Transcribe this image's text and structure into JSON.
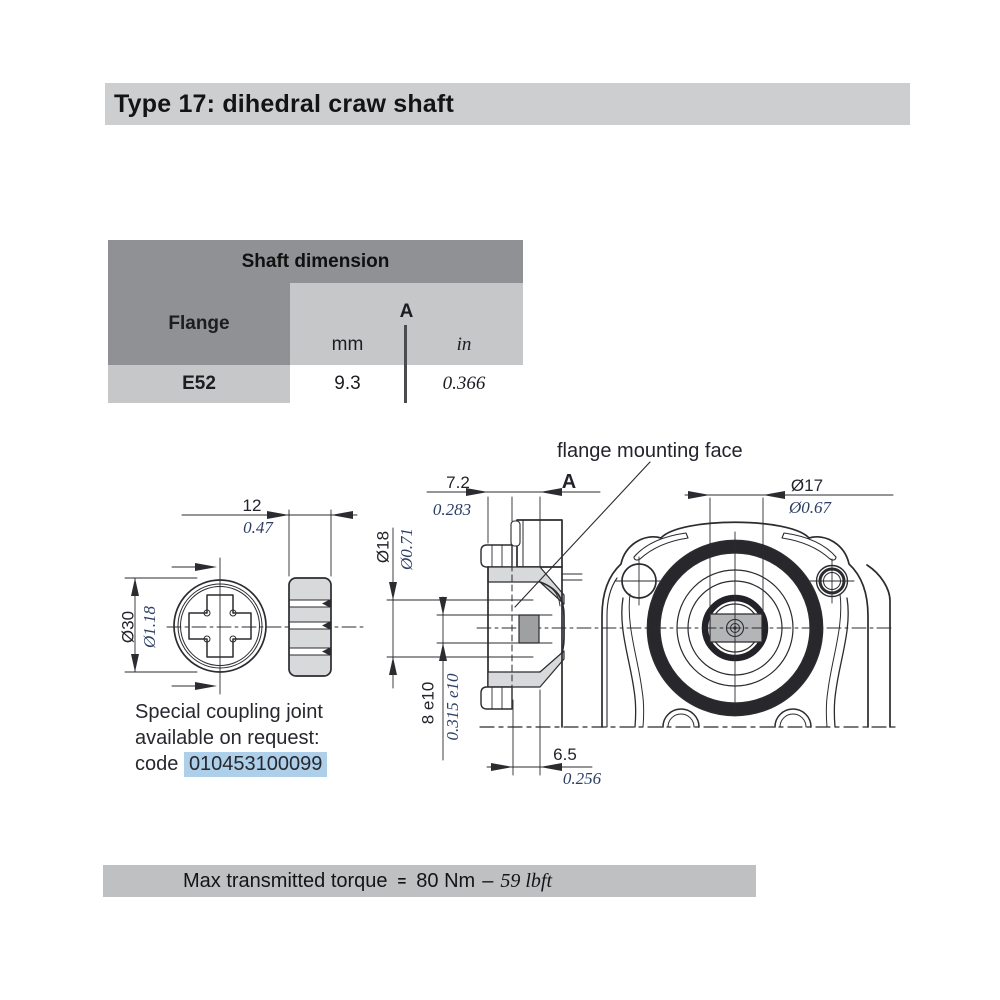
{
  "page": {
    "title": "Type 17: dihedral craw shaft"
  },
  "table": {
    "header": "Shaft dimension",
    "col_flange": "Flange",
    "col_a": "A",
    "col_mm": "mm",
    "col_in": "in",
    "row": {
      "flange": "E52",
      "mm": "9.3",
      "in": "0.366"
    }
  },
  "drawing": {
    "labels": {
      "flange_mounting_face": "flange mounting face",
      "dim_12_mm": "12",
      "dim_12_in": "0.47",
      "dim_d30_mm": "Ø30",
      "dim_d30_in": "Ø1.18",
      "dim_72_mm": "7.2",
      "dim_72_in": "0.283",
      "dim_a": "A",
      "dim_d18_mm": "Ø18",
      "dim_d18_in": "Ø0.71",
      "dim_8e10_mm": "8 e10",
      "dim_8e10_in": "0.315 e10",
      "dim_65_mm": "6.5",
      "dim_65_in": "0.256",
      "dim_d17_mm": "Ø17",
      "dim_d17_in": "Ø0.67"
    }
  },
  "note": {
    "line1": "Special coupling joint",
    "line2": "available on request:",
    "code_prefix": "code ",
    "code": "010453100099"
  },
  "footer": {
    "torque_label": "Max transmitted torque",
    "equals": "=",
    "value_metric": "80 Nm",
    "dash": "–",
    "value_imperial": "59 lbft"
  },
  "colors": {
    "title_bar": "#cdced0",
    "table_dark": "#8f9194",
    "table_light": "#c6c7c9",
    "footer_bar": "#bfc0c2",
    "code_highlight": "#aecfe9",
    "line": "#2b2b30",
    "inch_text": "#2c3e63",
    "fill_light_gray": "#d8d9db",
    "fill_key_dark": "#9fa0a2"
  }
}
